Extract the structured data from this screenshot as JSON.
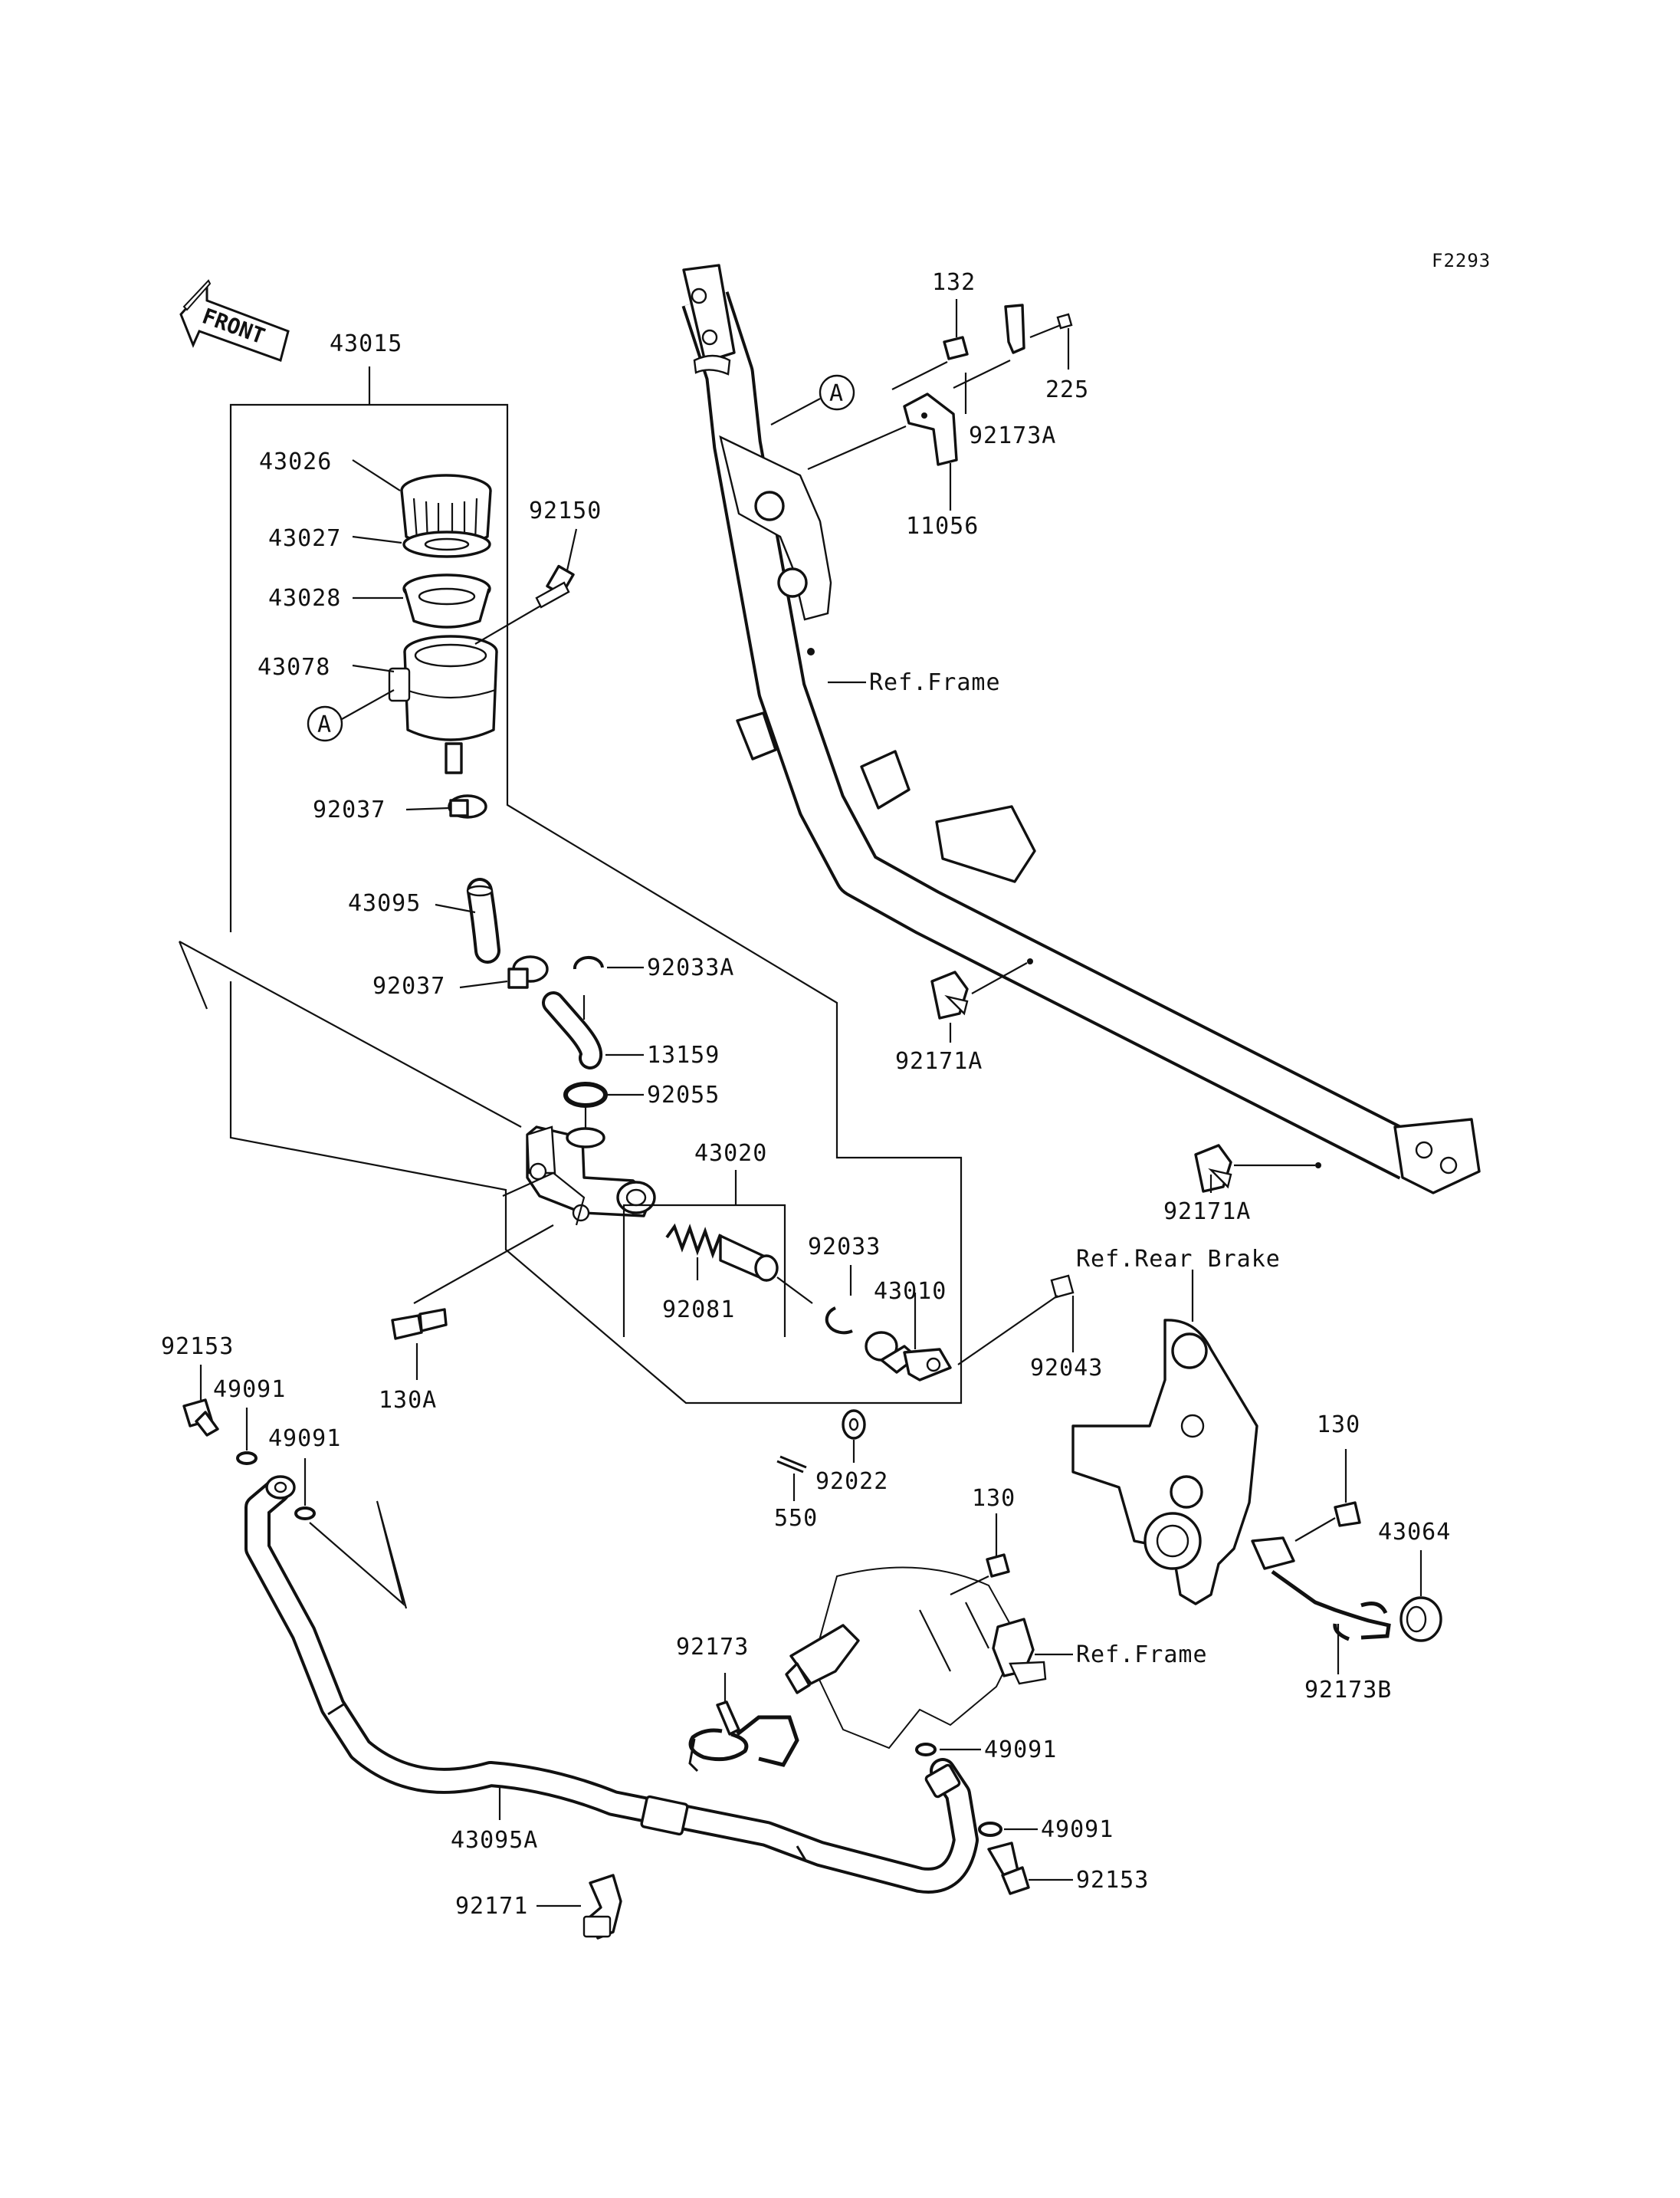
{
  "diagram_code": "F2293",
  "front_label": "FRONT",
  "callout_a": "A",
  "labels": {
    "p43015": "43015",
    "p43026": "43026",
    "p43027": "43027",
    "p43028": "43028",
    "p43078": "43078",
    "p92150": "92150",
    "p92037_a": "92037",
    "p43095": "43095",
    "p92037_b": "92037",
    "p92033a": "92033A",
    "p13159": "13159",
    "p92055": "92055",
    "p43020": "43020",
    "p92033": "92033",
    "p92081": "92081",
    "p43010": "43010",
    "p130a": "130A",
    "p92043": "92043",
    "p92022": "92022",
    "p550": "550",
    "p92153_a": "92153",
    "p49091_a": "49091",
    "p49091_b": "49091",
    "p43095a": "43095A",
    "p92171": "92171",
    "p92173": "92173",
    "p130_a": "130",
    "p49091_c": "49091",
    "p49091_d": "49091",
    "p92153_b": "92153",
    "p130_b": "130",
    "p43064": "43064",
    "p92173b": "92173B",
    "p132": "132",
    "p225": "225",
    "p92173a": "92173A",
    "p11056": "11056",
    "p92171a_a": "92171A",
    "p92171a_b": "92171A",
    "ref_frame_a": "Ref.Frame",
    "ref_frame_b": "Ref.Frame",
    "ref_rear_brake": "Ref.Rear Brake"
  }
}
